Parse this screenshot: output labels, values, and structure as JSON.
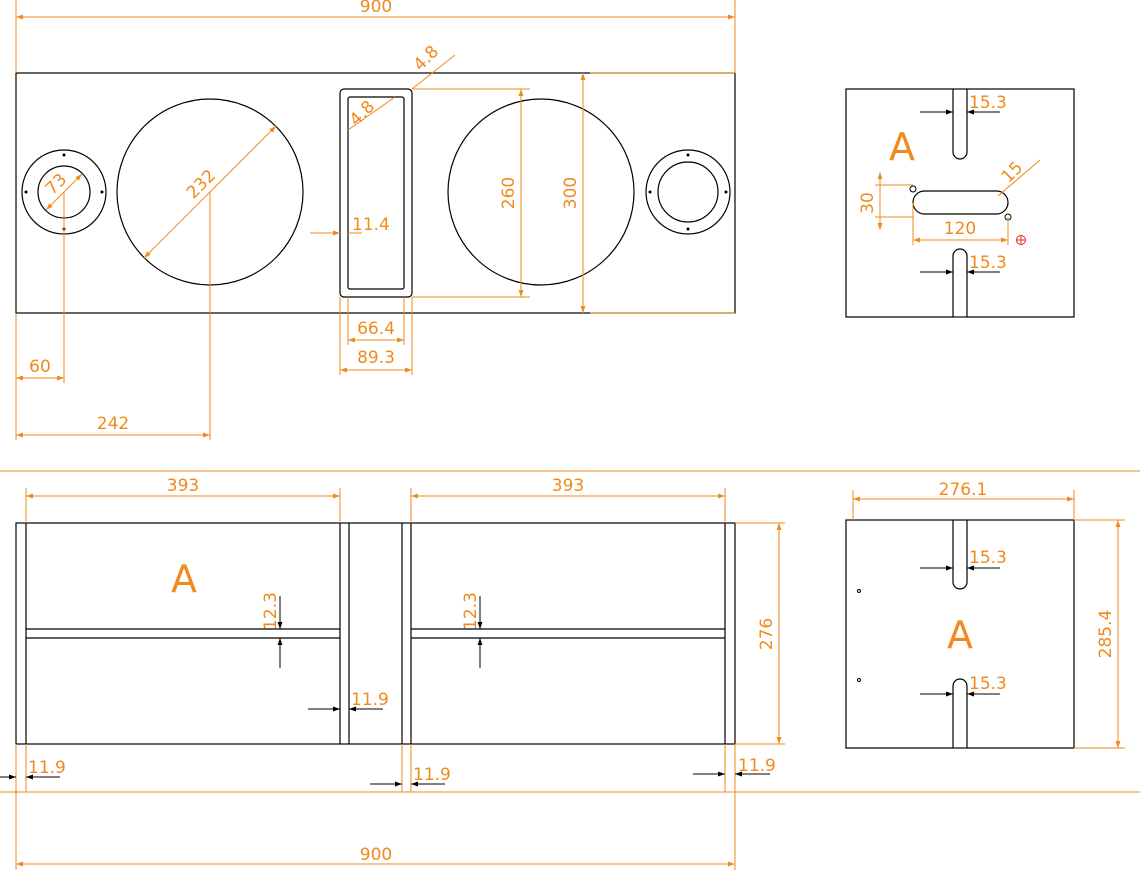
{
  "colors": {
    "dimension": "#f08a1c",
    "outline": "#000000",
    "background": "#ffffff"
  },
  "front_panel": {
    "overall_width": "900",
    "slot_wall": "4.8",
    "slot_wall_inner": "4.8",
    "large_circle_dia": "232",
    "small_circle_dia": "73",
    "inner_circle_height": "260",
    "outer_height": "300",
    "slot_offset": "11.4",
    "slot_inner_width": "66.4",
    "slot_outer_width": "89.3",
    "small_hole_offset": "60",
    "large_hole_offset": "242"
  },
  "side_panel_top": {
    "label": "A",
    "slot_width_top": "15.3",
    "slot_width_bottom": "15.3",
    "oval_length": "120",
    "oval_height": "30",
    "oval_radius": "15"
  },
  "bottom_panels": {
    "left_width": "393",
    "right_width": "393",
    "label": "A",
    "shelf_gap_left": "12.3",
    "shelf_gap_right": "12.3",
    "divider_thickness": "11.9",
    "height": "276",
    "left_edge": "11.9",
    "center_edge": "11.9",
    "right_edge": "11.9",
    "overall_width": "900"
  },
  "side_panel_bottom": {
    "width": "276.1",
    "height": "285.4",
    "label": "A",
    "slot_width_top": "15.3",
    "slot_width_bottom": "15.3"
  }
}
